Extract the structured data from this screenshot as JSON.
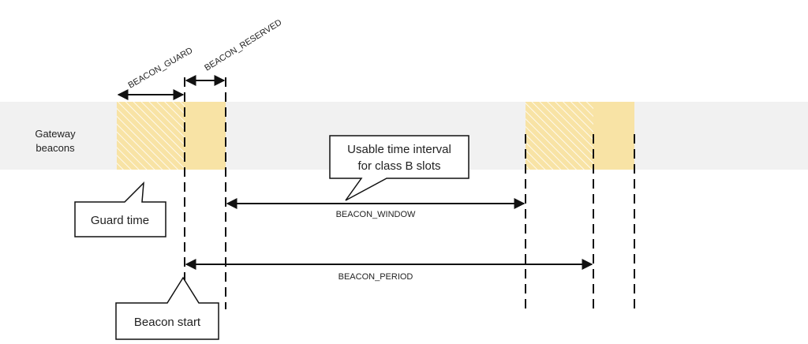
{
  "row_label_line1": "Gateway",
  "row_label_line2": "beacons",
  "beacon_guard": "BEACON_GUARD",
  "beacon_reserved": "BEACON_RESERVED",
  "usable_interval_line1": "Usable time interval",
  "usable_interval_line2": "for class B slots",
  "beacon_window": "BEACON_WINDOW",
  "beacon_period": "BEACON_PERIOD",
  "guard_time": "Guard time",
  "beacon_start": "Beacon start",
  "colors": {
    "band": "#f1f1f1",
    "beacon_fill": "#f8e3a5",
    "hatch": "#ffffff",
    "line": "#111111"
  }
}
